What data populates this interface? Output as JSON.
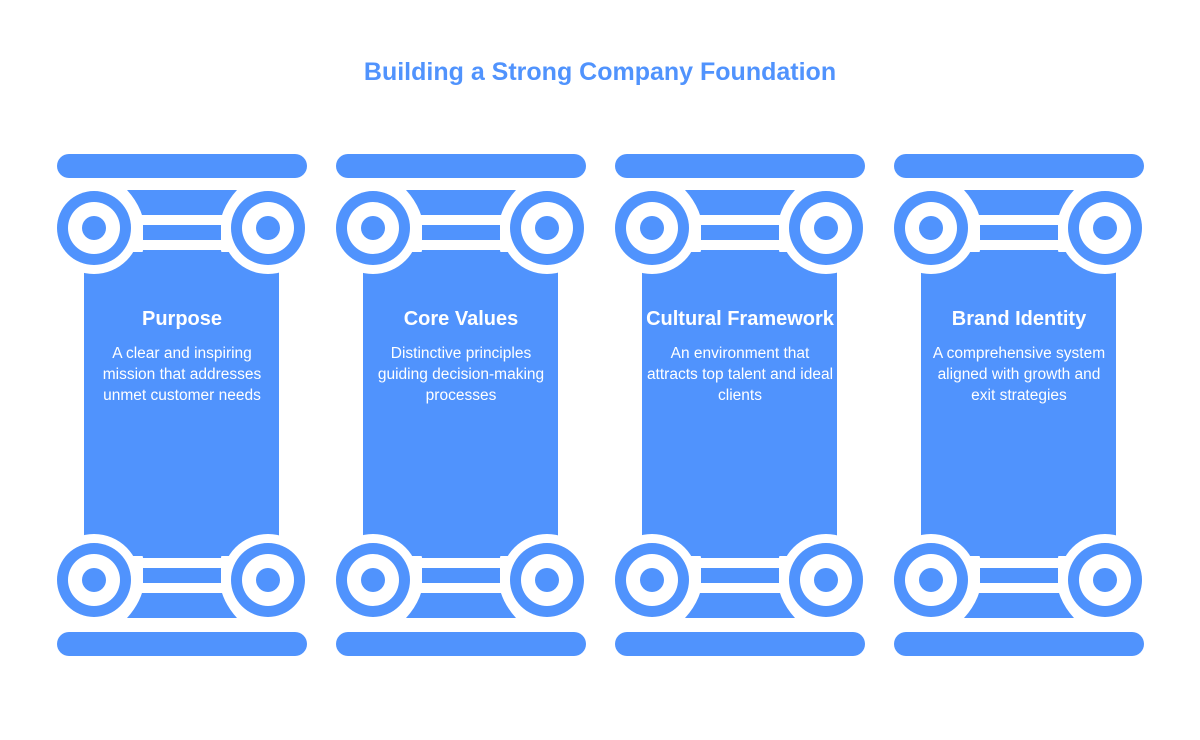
{
  "title": "Building a Strong Company Foundation",
  "colors": {
    "accent": "#5093FD",
    "text_on_accent": "#FFFFFF",
    "background": "#FFFFFF"
  },
  "pillars": [
    {
      "icon": "ionic-column-icon",
      "heading": "Purpose",
      "description": "A clear and inspiring mission that addresses unmet customer needs"
    },
    {
      "icon": "ionic-column-icon",
      "heading": "Core Values",
      "description": "Distinctive principles guiding decision-making processes"
    },
    {
      "icon": "ionic-column-icon",
      "heading": "Cultural Framework",
      "description": "An environment that attracts top talent and ideal clients"
    },
    {
      "icon": "ionic-column-icon",
      "heading": "Brand Identity",
      "description": "A comprehensive system aligned with growth and exit strategies"
    }
  ]
}
